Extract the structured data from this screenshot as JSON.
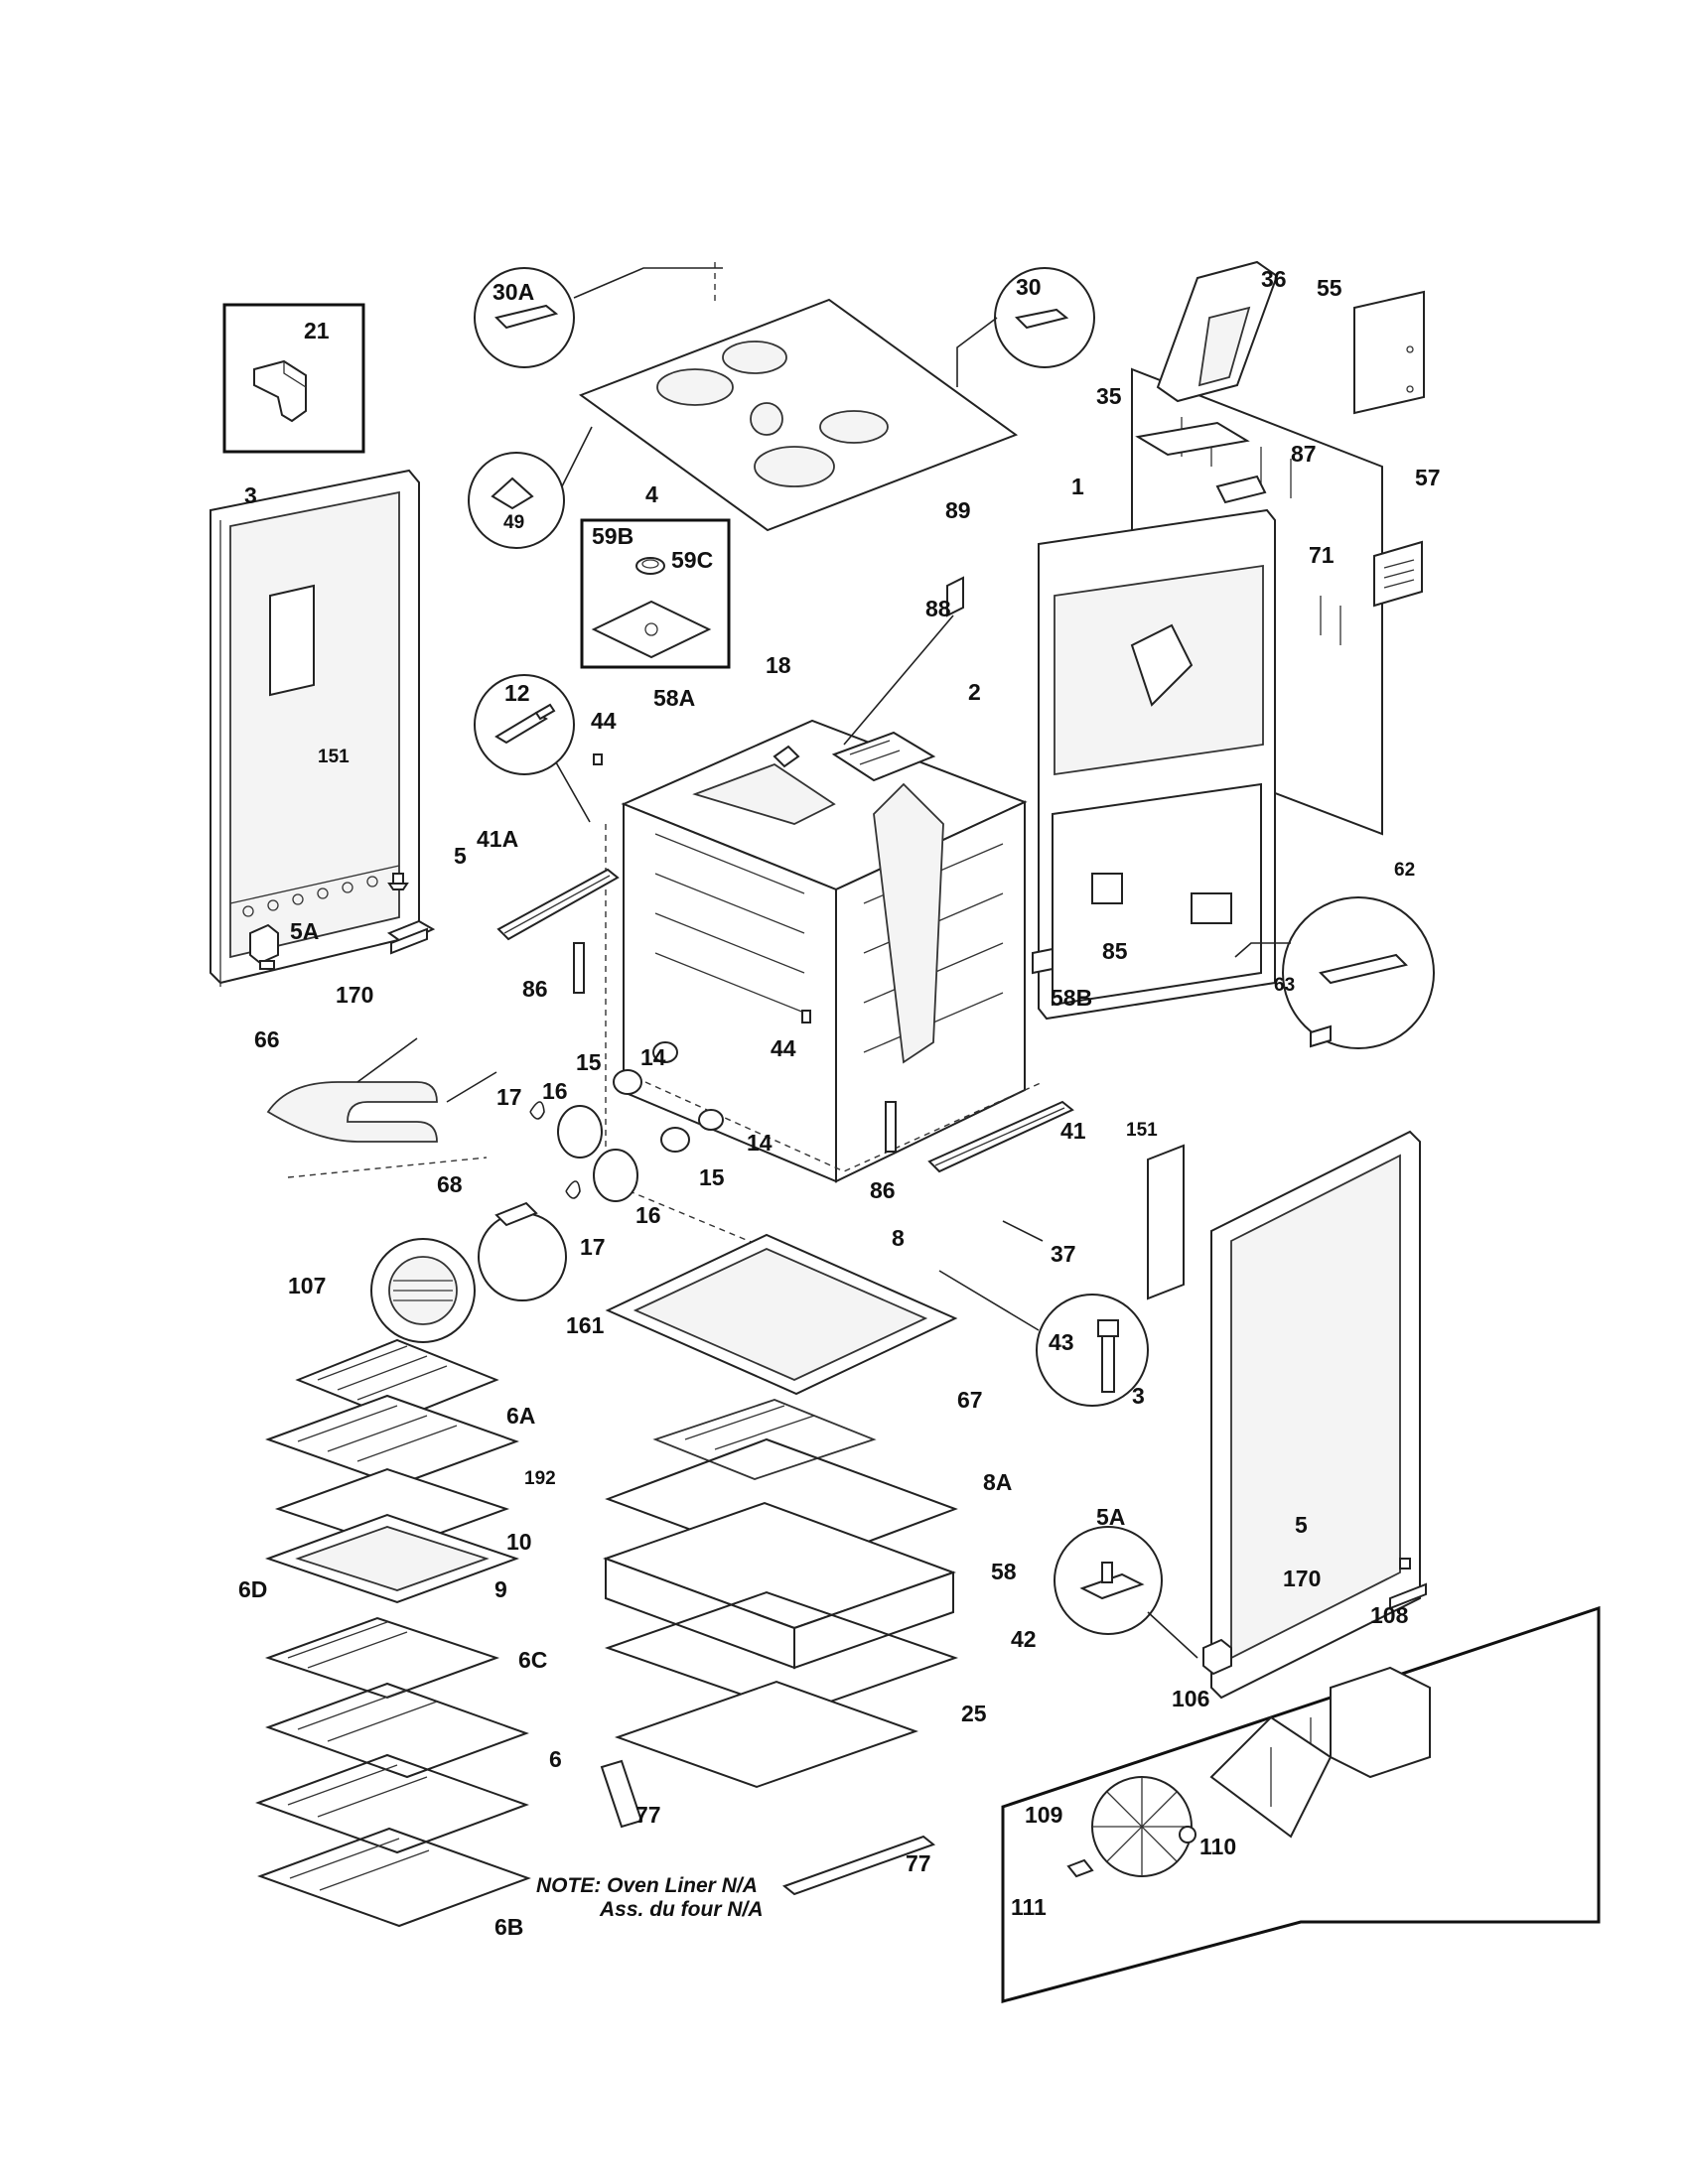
{
  "diagram": {
    "type": "exploded-parts-diagram",
    "callouts": [
      "21",
      "3",
      "151",
      "5",
      "5A",
      "170",
      "30A",
      "4",
      "49",
      "59B",
      "59C",
      "12",
      "44",
      "18",
      "58A",
      "2",
      "41A",
      "86",
      "89",
      "88",
      "30",
      "36",
      "55",
      "35",
      "87",
      "1",
      "71",
      "57",
      "62",
      "63",
      "85",
      "58B",
      "44b",
      "66",
      "68",
      "16",
      "15",
      "14",
      "17",
      "107",
      "161",
      "6A",
      "192",
      "10",
      "9",
      "6D",
      "6C",
      "6",
      "6B",
      "8",
      "67",
      "8A",
      "58",
      "42",
      "25",
      "77",
      "37",
      "43",
      "41",
      "151b",
      "3b",
      "5b",
      "5Ab",
      "170b",
      "108",
      "106",
      "109",
      "110",
      "111"
    ],
    "labels": {
      "c21": "21",
      "c3": "3",
      "c151": "151",
      "c5": "5",
      "c5A": "5A",
      "c170": "170",
      "c30A": "30A",
      "c4": "4",
      "c49": "49",
      "c59B": "59B",
      "c59C": "59C",
      "c12": "12",
      "c44": "44",
      "c18": "18",
      "c58A": "58A",
      "c2": "2",
      "c41A": "41A",
      "c86": "86",
      "c89": "89",
      "c88": "88",
      "c30": "30",
      "c36": "36",
      "c55": "55",
      "c35": "35",
      "c87": "87",
      "c1": "1",
      "c71": "71",
      "c57": "57",
      "c62": "62",
      "c63": "63",
      "c85": "85",
      "c58B": "58B",
      "c44b": "44",
      "c66": "66",
      "c68": "68",
      "c16": "16",
      "c15": "15",
      "c14": "14",
      "c17": "17",
      "c16b": "16",
      "c15b": "15",
      "c14b": "14",
      "c17b": "17",
      "c86b": "86",
      "c107": "107",
      "c161": "161",
      "c6A": "6A",
      "c192": "192",
      "c10": "10",
      "c9": "9",
      "c6D": "6D",
      "c6C": "6C",
      "c6": "6",
      "c6B": "6B",
      "c8": "8",
      "c67": "67",
      "c8A": "8A",
      "c58": "58",
      "c42": "42",
      "c25": "25",
      "c77": "77",
      "c77b": "77",
      "c37": "37",
      "c43": "43",
      "c41": "41",
      "c151b": "151",
      "c3b": "3",
      "c5b": "5",
      "c5Ab": "5A",
      "c170b": "170",
      "c108": "108",
      "c106": "106",
      "c109": "109",
      "c110": "110",
      "c111": "111"
    },
    "note": {
      "line1": "NOTE: Oven Liner N/A",
      "line2": "Ass. du four N/A"
    }
  }
}
